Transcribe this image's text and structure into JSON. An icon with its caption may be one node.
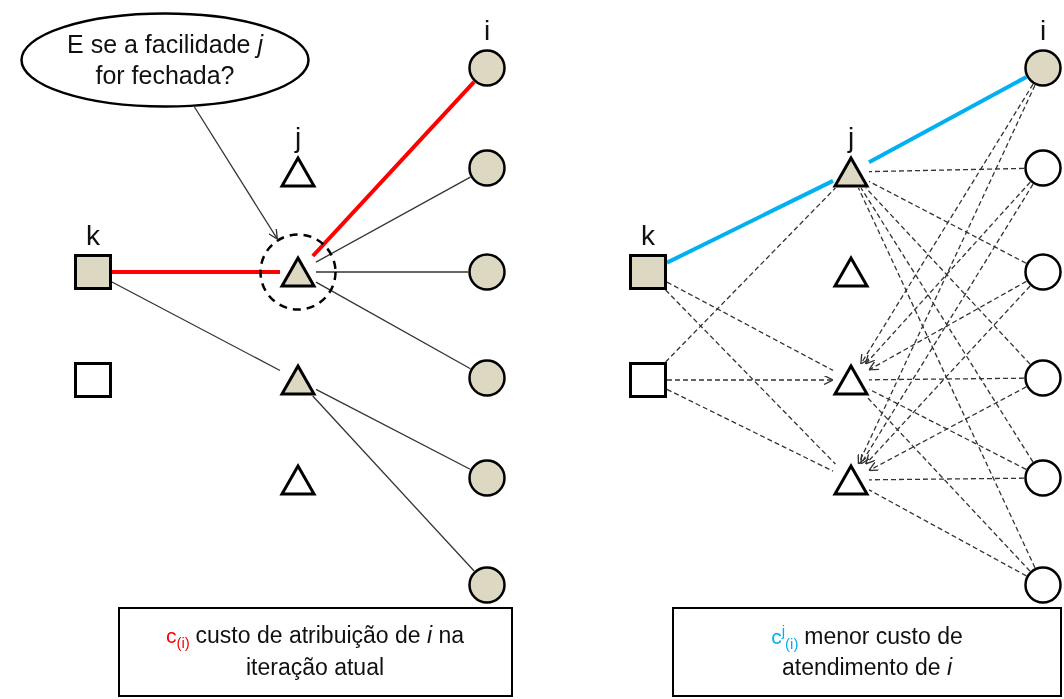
{
  "diagram": {
    "nodes": [
      {
        "text": [
          "E se a facilidade *j* for fechada?"
        ]
      },
      {
        "text": [],
        "shape": "box",
        "beside": [
          "k"
        ]
      },
      {
        "text": [],
        "shape": "box"
      },
      {
        "text": [],
        "shape": "triangle",
        "beside": [
          "j"
        ]
      },
      {
        "text": [],
        "shape": "circle"
      },
      {
        "text": [],
        "shape": "triangle",
        "in": 4
      },
      {
        "text": [],
        "shape": "triangle"
      },
      {
        "text": [],
        "shape": "triangle"
      },
      {
        "text": [],
        "shape": "circle",
        "beside": [
          "i"
        ]
      },
      {
        "text": [],
        "shape": "circle"
      },
      {
        "text": [],
        "shape": "circle"
      },
      {
        "text": [],
        "shape": "circle"
      },
      {
        "text": [],
        "shape": "circle"
      },
      {
        "text": [],
        "shape": "circle"
      },
      {
        "text": [
          "c$_{(i)}$",
          "custo de atribuição de *i* na iteração atual"
        ]
      },
      {
        "text": [],
        "shape": "box",
        "beside": [
          "k"
        ]
      },
      {
        "text": [],
        "shape": "box"
      },
      {
        "text": [],
        "shape": "triangle",
        "beside": [
          "j"
        ]
      },
      {
        "text": [],
        "shape": "triangle"
      },
      {
        "text": [],
        "shape": "triangle"
      },
      {
        "text": [],
        "shape": "triangle"
      },
      {
        "text": [],
        "shape": "circle",
        "beside": [
          "i"
        ]
      },
      {
        "text": [],
        "shape": "circle"
      },
      {
        "text": [],
        "shape": "circle"
      },
      {
        "text": [],
        "shape": "circle"
      },
      {
        "text": [],
        "shape": "circle"
      },
      {
        "text": [],
        "shape": "circle"
      },
      {
        "text": [
          "c$^{j}$$_{(i)}$",
          "menor custo de atendimento de *i*"
        ]
      }
    ],
    "edges": [
      {
        "from": 0,
        "to": 4,
        "arrow": "to"
      },
      {
        "from": 1,
        "to": 5,
        "arrow": "none",
        "style": "thick",
        "color": "#ff0000"
      },
      {
        "from": 5,
        "to": 8,
        "arrow": "none",
        "style": "thick",
        "color": "#ff0000"
      },
      {
        "from": 5,
        "to": 9,
        "arrow": "none"
      },
      {
        "from": 5,
        "to": 10,
        "arrow": "none"
      },
      {
        "from": 5,
        "to": 11,
        "arrow": "none"
      },
      {
        "from": 1,
        "to": 6,
        "arrow": "none"
      },
      {
        "from": 6,
        "to": 12,
        "arrow": "none"
      },
      {
        "from": 6,
        "to": 13,
        "arrow": "none"
      },
      {
        "from": 15,
        "to": 17,
        "arrow": "none",
        "style": "thick",
        "color": "#00b0f0"
      },
      {
        "from": 17,
        "to": 21,
        "arrow": "none",
        "style": "thick",
        "color": "#00b0f0"
      },
      {
        "from": 15,
        "to": 19,
        "arrow": "none",
        "style": "dashed"
      },
      {
        "from": 15,
        "to": 20,
        "arrow": "none",
        "style": "dashed"
      },
      {
        "from": 16,
        "to": 17,
        "arrow": "none",
        "style": "dashed"
      },
      {
        "from": 16,
        "to": 19,
        "arrow": "to",
        "style": "dashed"
      },
      {
        "from": 16,
        "to": 20,
        "arrow": "none",
        "style": "dashed"
      },
      {
        "from": 22,
        "to": 17,
        "arrow": "none",
        "style": "dashed"
      },
      {
        "from": 23,
        "to": 17,
        "arrow": "none",
        "style": "dashed"
      },
      {
        "from": 24,
        "to": 17,
        "arrow": "none",
        "style": "dashed"
      },
      {
        "from": 25,
        "to": 17,
        "arrow": "none",
        "style": "dashed"
      },
      {
        "from": 26,
        "to": 17,
        "arrow": "none",
        "style": "dashed"
      },
      {
        "from": 21,
        "to": 19,
        "arrow": "to",
        "style": "dashed"
      },
      {
        "from": 22,
        "to": 19,
        "arrow": "to",
        "style": "dashed"
      },
      {
        "from": 23,
        "to": 19,
        "arrow": "to",
        "style": "dashed"
      },
      {
        "from": 24,
        "to": 19,
        "arrow": "none",
        "style": "dashed"
      },
      {
        "from": 25,
        "to": 19,
        "arrow": "none",
        "style": "dashed"
      },
      {
        "from": 26,
        "to": 19,
        "arrow": "none",
        "style": "dashed"
      },
      {
        "from": 21,
        "to": 20,
        "arrow": "to",
        "style": "dashed"
      },
      {
        "from": 22,
        "to": 20,
        "arrow": "to",
        "style": "dashed"
      },
      {
        "from": 23,
        "to": 20,
        "arrow": "to",
        "style": "dashed"
      },
      {
        "from": 24,
        "to": 20,
        "arrow": "to",
        "style": "dashed"
      },
      {
        "from": 25,
        "to": 20,
        "arrow": "none",
        "style": "dashed"
      },
      {
        "from": 26,
        "to": 20,
        "arrow": "none",
        "style": "dashed"
      }
    ]
  }
}
